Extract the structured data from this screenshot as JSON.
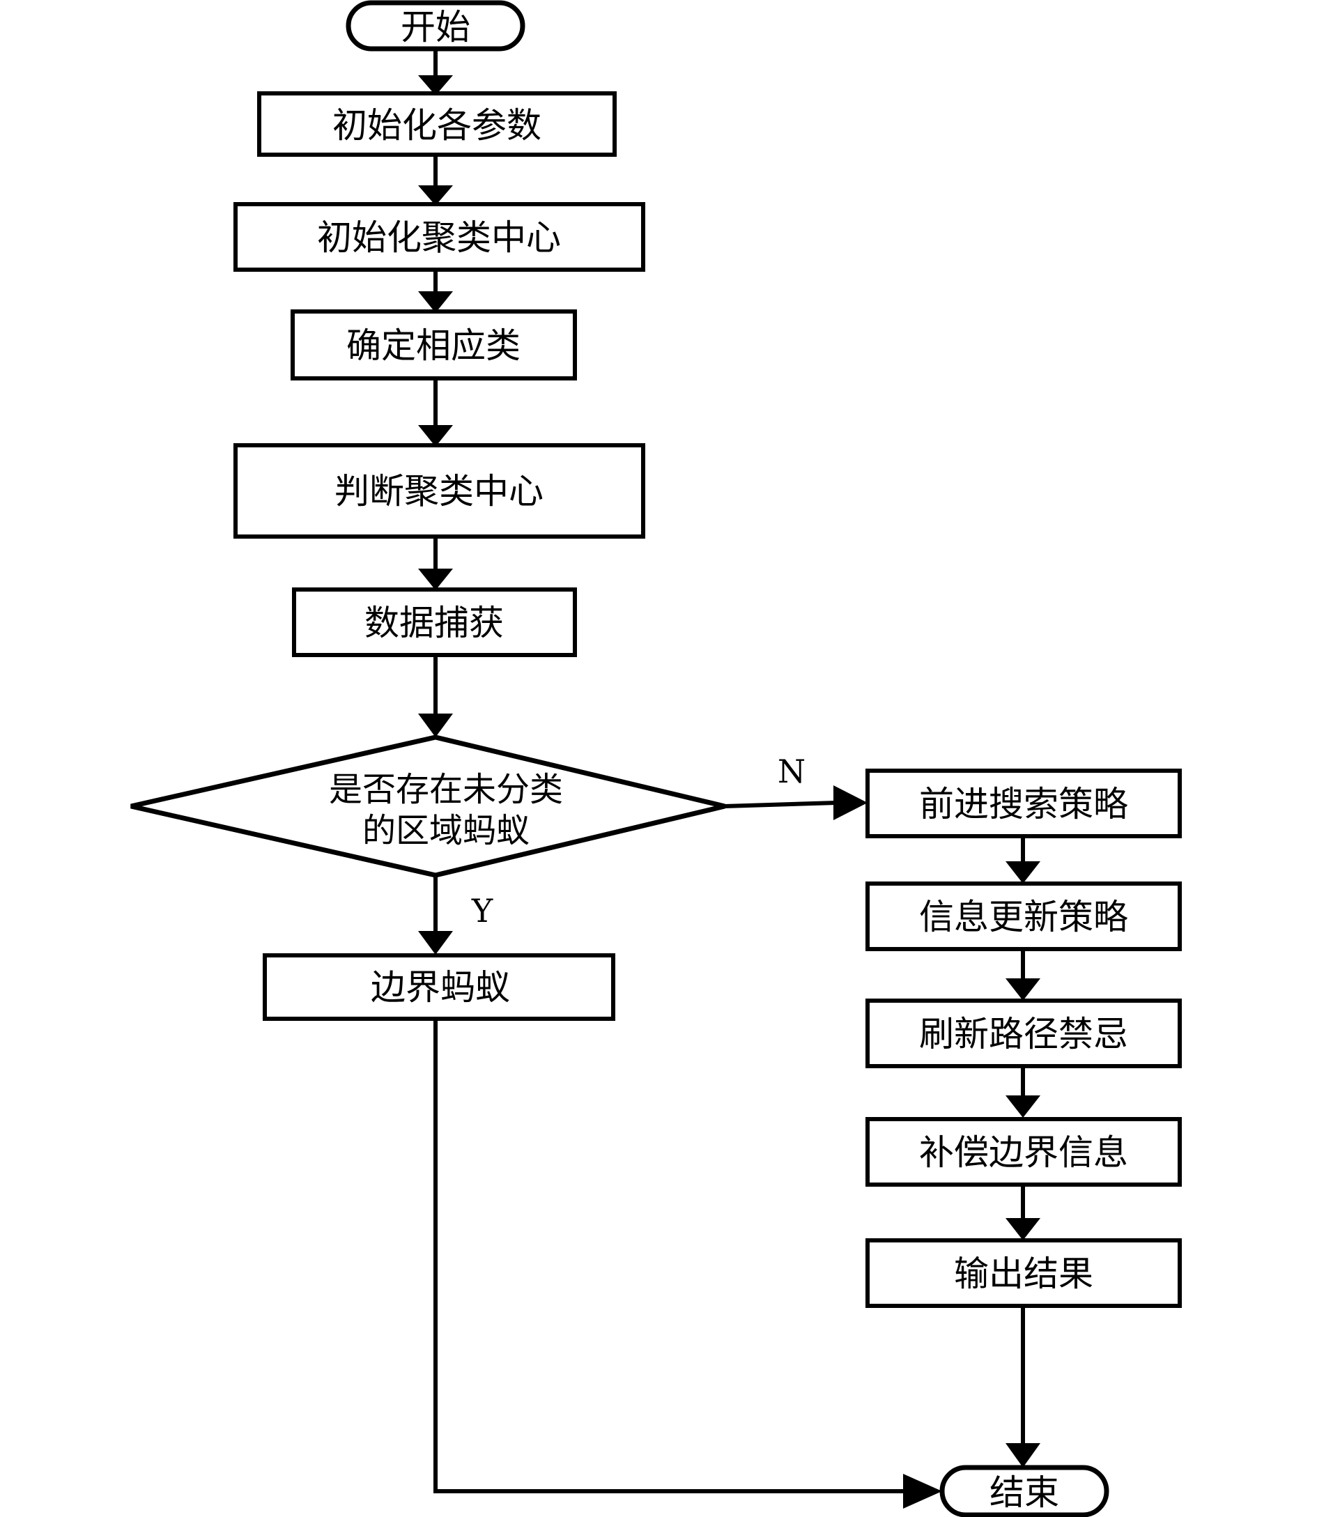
{
  "diagram": {
    "type": "flowchart",
    "orientation": "vertical-two-column",
    "title": "",
    "background_color": "#ffffff",
    "line_color": "#000000",
    "fill_color": "#ffffff",
    "nodes": {
      "start": {
        "id": "start",
        "shape": "terminal",
        "label": "开始"
      },
      "init_params": {
        "id": "init_params",
        "shape": "process",
        "label": "初始化各参数"
      },
      "init_centers": {
        "id": "init_centers",
        "shape": "process",
        "label": "初始化聚类中心"
      },
      "assign_class": {
        "id": "assign_class",
        "shape": "process",
        "label": "确定相应类"
      },
      "judge_centers": {
        "id": "judge_centers",
        "shape": "process",
        "label": "判断聚类中心"
      },
      "data_capture": {
        "id": "data_capture",
        "shape": "process",
        "label": "数据捕获"
      },
      "decision": {
        "id": "decision",
        "shape": "decision",
        "label_line1": "是否存在未分类",
        "label_line2": "的区域蚂蚁"
      },
      "boundary_ants": {
        "id": "boundary_ants",
        "shape": "process",
        "label": "边界蚂蚁"
      },
      "forward_search": {
        "id": "forward_search",
        "shape": "process",
        "label": "前进搜索策略"
      },
      "info_update": {
        "id": "info_update",
        "shape": "process",
        "label": "信息更新策略"
      },
      "refresh_taboo": {
        "id": "refresh_taboo",
        "shape": "process",
        "label": "刷新路径禁忌"
      },
      "compensate_boundary": {
        "id": "compensate_boundary",
        "shape": "process",
        "label": "补偿边界信息"
      },
      "output_result": {
        "id": "output_result",
        "shape": "process",
        "label": "输出结果"
      },
      "end": {
        "id": "end",
        "shape": "terminal",
        "label": "结束"
      }
    },
    "edge_labels": {
      "decision_no": "N",
      "decision_yes": "Y"
    },
    "edges": [
      {
        "from": "start",
        "to": "init_params",
        "label": ""
      },
      {
        "from": "init_params",
        "to": "init_centers",
        "label": ""
      },
      {
        "from": "init_centers",
        "to": "assign_class",
        "label": ""
      },
      {
        "from": "assign_class",
        "to": "judge_centers",
        "label": ""
      },
      {
        "from": "judge_centers",
        "to": "data_capture",
        "label": ""
      },
      {
        "from": "data_capture",
        "to": "decision",
        "label": ""
      },
      {
        "from": "decision",
        "to": "forward_search",
        "label": "N"
      },
      {
        "from": "decision",
        "to": "boundary_ants",
        "label": "Y"
      },
      {
        "from": "forward_search",
        "to": "info_update",
        "label": ""
      },
      {
        "from": "info_update",
        "to": "refresh_taboo",
        "label": ""
      },
      {
        "from": "refresh_taboo",
        "to": "compensate_boundary",
        "label": ""
      },
      {
        "from": "compensate_boundary",
        "to": "output_result",
        "label": ""
      },
      {
        "from": "output_result",
        "to": "end",
        "label": ""
      },
      {
        "from": "boundary_ants",
        "to": "end",
        "label": ""
      }
    ]
  }
}
